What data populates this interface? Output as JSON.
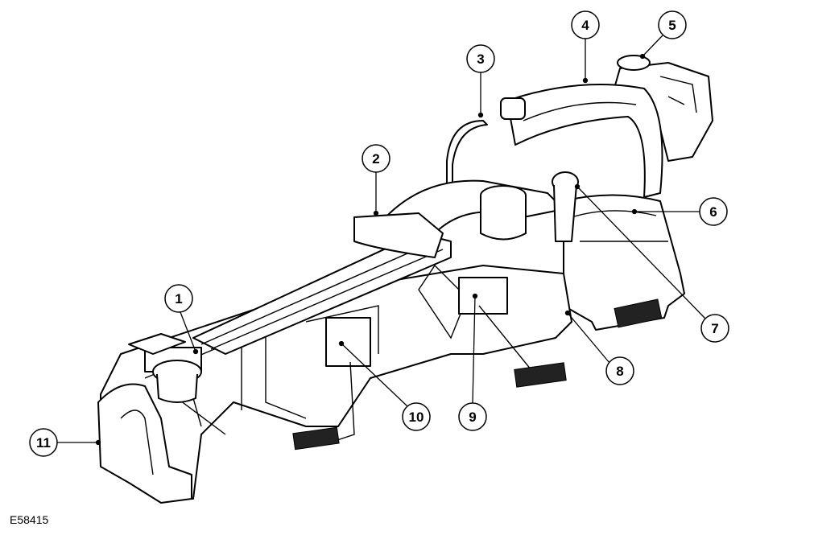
{
  "figure_ref": "E58415",
  "callouts": [
    "1",
    "2",
    "3",
    "4",
    "5",
    "6",
    "7",
    "8",
    "9",
    "10",
    "11"
  ],
  "colors": {
    "line": "#000000",
    "background": "#ffffff"
  }
}
